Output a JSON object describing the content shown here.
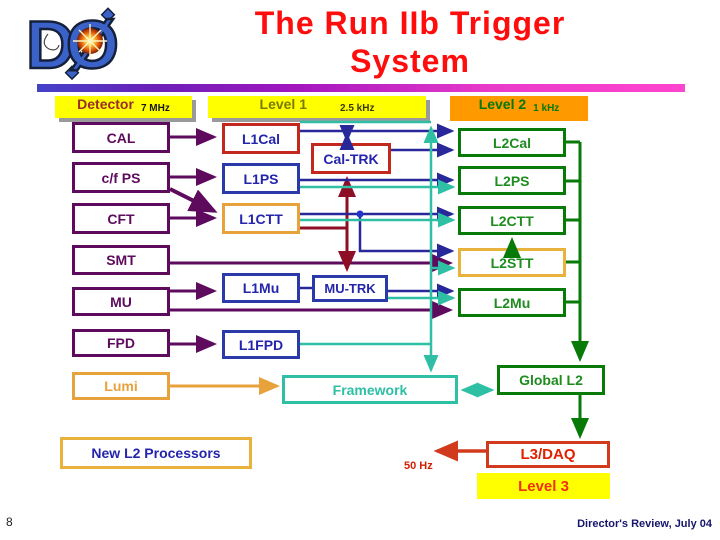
{
  "slide": {
    "title_line1": "The Run IIb Trigger",
    "title_line2": "System",
    "page_number": "8",
    "footer_credit": "Director's Review, July 04"
  },
  "logo": {
    "letter_d": "D",
    "letter_o": "Ø"
  },
  "stage_headers": {
    "detector": {
      "label": "Detector",
      "rate": "7 MHz"
    },
    "level1": {
      "label": "Level 1",
      "rate": "2.5 kHz"
    },
    "level2": {
      "label": "Level 2",
      "rate": "1 kHz"
    }
  },
  "detector_column": [
    {
      "label": "CAL"
    },
    {
      "label": "c/f PS"
    },
    {
      "label": "CFT"
    },
    {
      "label": "SMT"
    },
    {
      "label": "MU"
    },
    {
      "label": "FPD"
    },
    {
      "label": "Lumi"
    }
  ],
  "level1_column": [
    {
      "label": "L1Cal"
    },
    {
      "label": "L1PS"
    },
    {
      "label": "L1CTT"
    },
    {
      "label": "L1Mu"
    },
    {
      "label": "L1FPD"
    },
    {
      "label": "Cal-TRK"
    },
    {
      "label": "MU-TRK"
    }
  ],
  "level2_column": [
    {
      "label": "L2Cal"
    },
    {
      "label": "L2PS"
    },
    {
      "label": "L2CTT"
    },
    {
      "label": "L2STT"
    },
    {
      "label": "L2Mu"
    }
  ],
  "bottom_section": {
    "framework": "Framework",
    "global_l2": "Global L2",
    "l3_daq": "L3/DAQ",
    "level3": "Level 3",
    "output_rate": "50 Hz",
    "legend_new_l2": "New L2 Processors"
  },
  "colors": {
    "title_red": "#FF0D0D",
    "header_yellow": "#FFFF00",
    "header_orange": "#FF9900",
    "detector_purple": "#5E0B5E",
    "navy": "#28289B",
    "teal": "#2EBFA5",
    "green": "#077A07",
    "gold_orange": "#E8A23C",
    "dark_red": "#8E0E26",
    "l3_red": "#D23A1E"
  }
}
